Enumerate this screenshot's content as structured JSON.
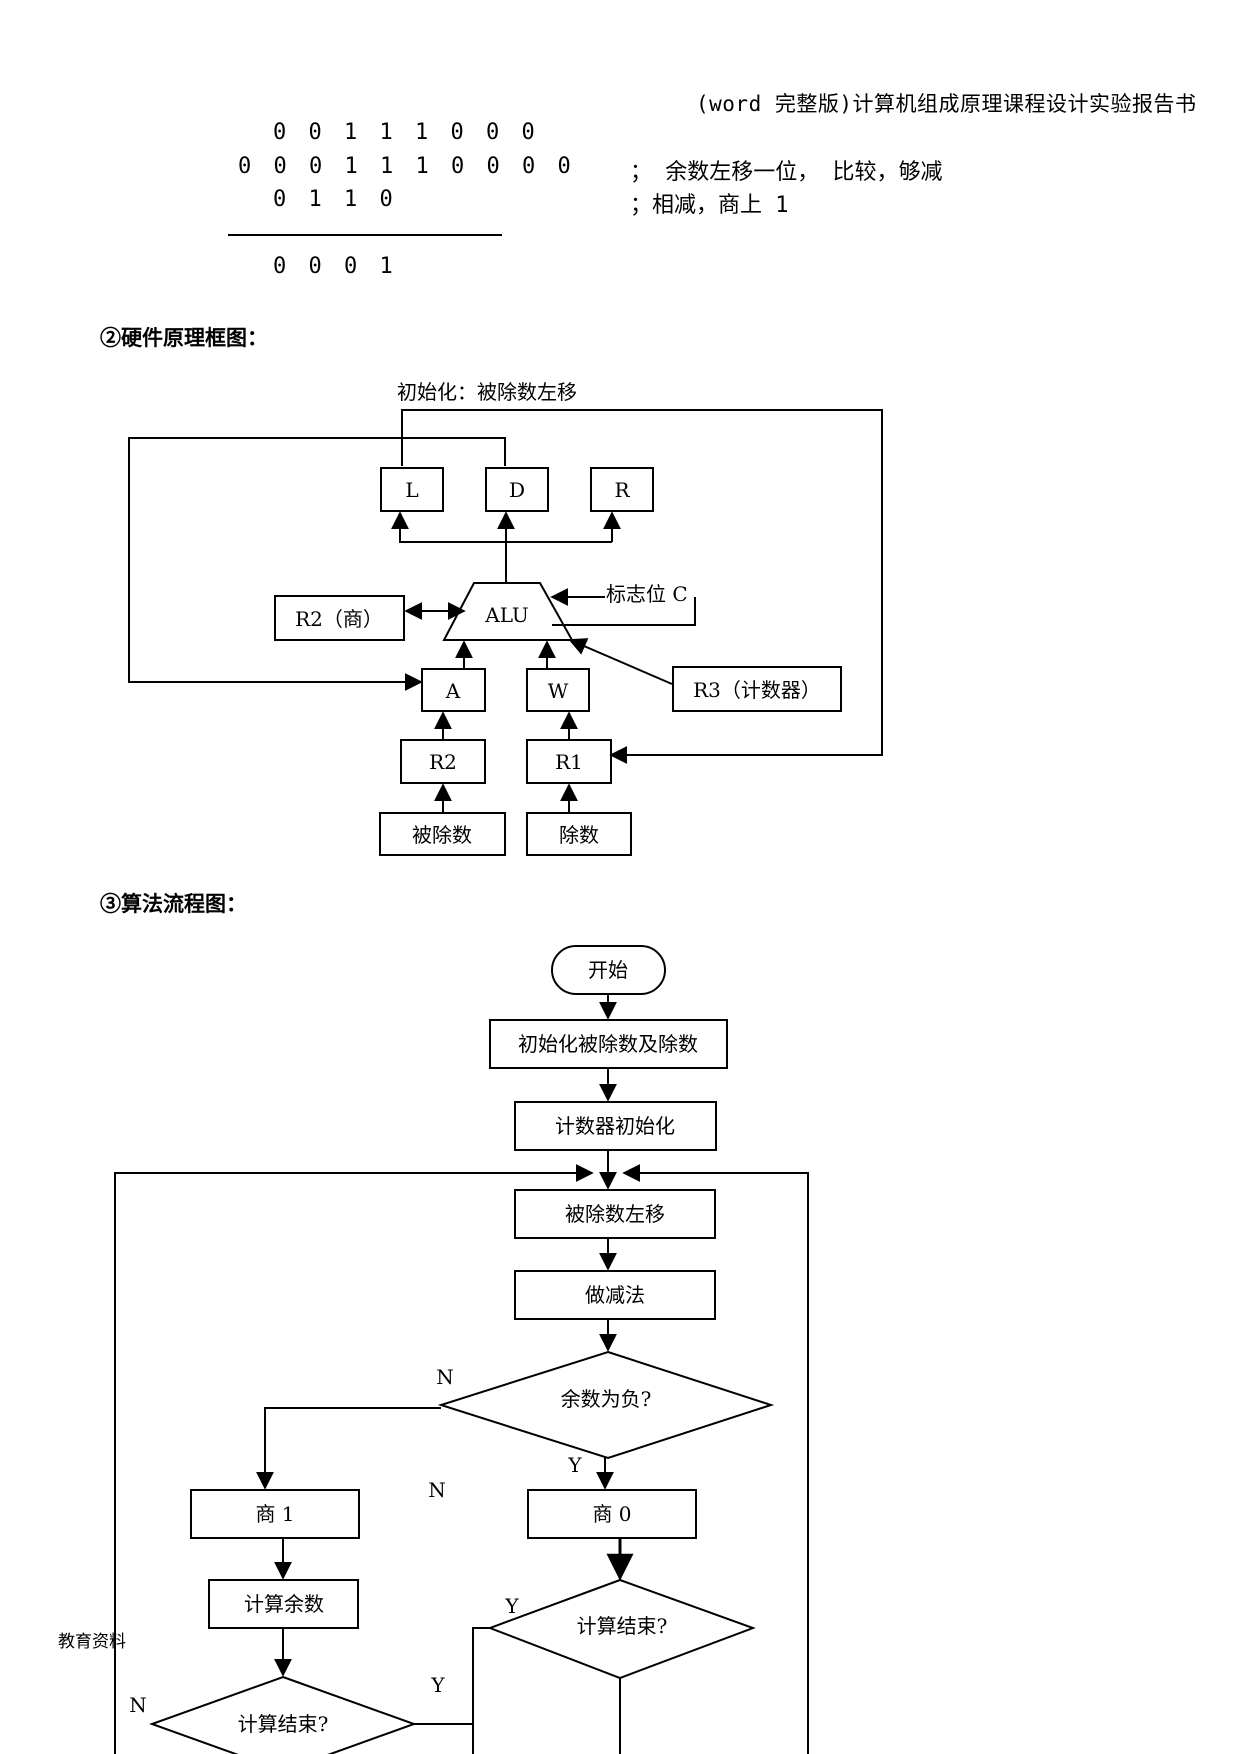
{
  "header": "(word 完整版)计算机组成原理课程设计实验报告书",
  "division": {
    "rows": [
      {
        "digits": [
          "0",
          "0",
          "1",
          "1",
          "1",
          "0",
          "0",
          "0"
        ],
        "comment": ""
      },
      {
        "digits": [
          "0",
          "0",
          "0",
          "1",
          "1",
          "1",
          "0",
          "0",
          "0",
          "0"
        ],
        "comment": "； 余数左移一位， 比较，够减"
      },
      {
        "digits": [
          "0",
          "1",
          "1",
          "0"
        ],
        "comment": "；相减，商上 1"
      }
    ],
    "result": [
      "0",
      "0",
      "0",
      "1"
    ]
  },
  "sections": {
    "hardware": "②硬件原理框图：",
    "algorithm": "③算法流程图："
  },
  "hardware_diagram": {
    "init_label": "初始化：被除数左移",
    "L": "L",
    "D": "D",
    "R": "R",
    "alu": "ALU",
    "flag": "标志位 C",
    "r2_quot": "R2（商）",
    "A": "A",
    "W": "W",
    "r3": "R3（计数器）",
    "r2": "R2",
    "r1": "R1",
    "dividend": "被除数",
    "divisor": "除数"
  },
  "flowchart": {
    "start": "开始",
    "init_operands": "初始化被除数及除数",
    "init_counter": "计数器初始化",
    "shift_left": "被除数左移",
    "subtract": "做减法",
    "is_negative": "余数为负?",
    "quotient_1": "商 1",
    "quotient_0": "商 0",
    "calc_remainder": "计算余数",
    "done_right": "计算结束?",
    "done_left": "计算结束?",
    "n1": "N",
    "y1": "Y",
    "n_mid": "N",
    "y_right": "Y",
    "y_left": "Y",
    "n_left": "N"
  },
  "footer": "教育资料"
}
